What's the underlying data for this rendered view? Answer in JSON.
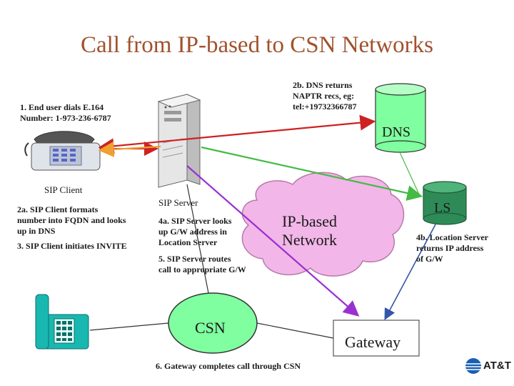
{
  "title": "Call from IP-based to CSN Networks",
  "notes": {
    "step1": "1. End user dials E.164\nNumber: 1-973-236-6787",
    "step2b": "2b. DNS returns\nNAPTR recs, eg:\ntel:+19732366787",
    "step2a": "2a. SIP Client formats\nnumber into FQDN and looks\nup in DNS",
    "step3": "3. SIP Client initiates INVITE",
    "step4a": "4a. SIP Server looks\nup G/W address in\nLocation Server",
    "step5": "5. SIP Server routes\ncall to appropriate G/W",
    "step4b": "4b. Location Server\nreturns IP address\nof G/W",
    "step6": "6. Gateway completes call through CSN"
  },
  "nodes": {
    "sip_client": "SIP Client",
    "sip_server": "SIP Server",
    "dns": "DNS",
    "ls": "LS",
    "ip_network": "IP-based\nNetwork",
    "csn": "CSN",
    "gateway": "Gateway"
  },
  "logo": "AT&T",
  "colors": {
    "title": "#a0522d",
    "dns_db": "#7fff9f",
    "ls_db": "#2e8b57",
    "cloud": "#f2b6e8",
    "csn": "#7fff9f",
    "arrow_red": "#cc2222",
    "arrow_green": "#44bb44",
    "arrow_orange": "#f0a030",
    "arrow_purple": "#9b30d0",
    "arrow_blue": "#3355aa"
  }
}
